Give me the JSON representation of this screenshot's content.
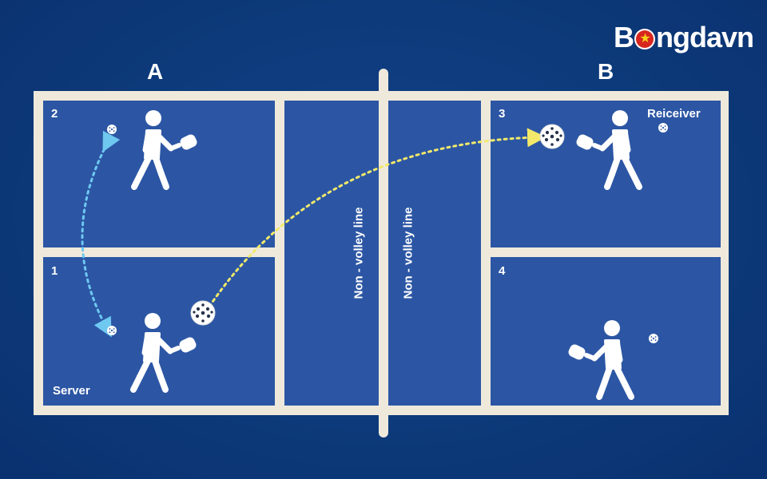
{
  "brand": {
    "prefix": "B",
    "suffix": "ngdavn"
  },
  "sides": {
    "left": "A",
    "right": "B"
  },
  "boxes": {
    "top_left": "2",
    "bottom_left": "1",
    "top_right": "3",
    "bottom_right": "4"
  },
  "roles": {
    "server": "Server",
    "receiver": "Reiceiver"
  },
  "kitchen": {
    "left": "Non - volley line",
    "right": "Non - volley line"
  },
  "colors": {
    "background": "#0d3a7a",
    "court": "#2c56a4",
    "lines": "#efe9dc",
    "server_rotation_arrow": "#6ec8f0",
    "serve_path": "#f2e96a"
  },
  "icons": [
    "player-with-paddle-icon",
    "pickleball-icon",
    "small-ball-icon",
    "flag-star-icon"
  ]
}
